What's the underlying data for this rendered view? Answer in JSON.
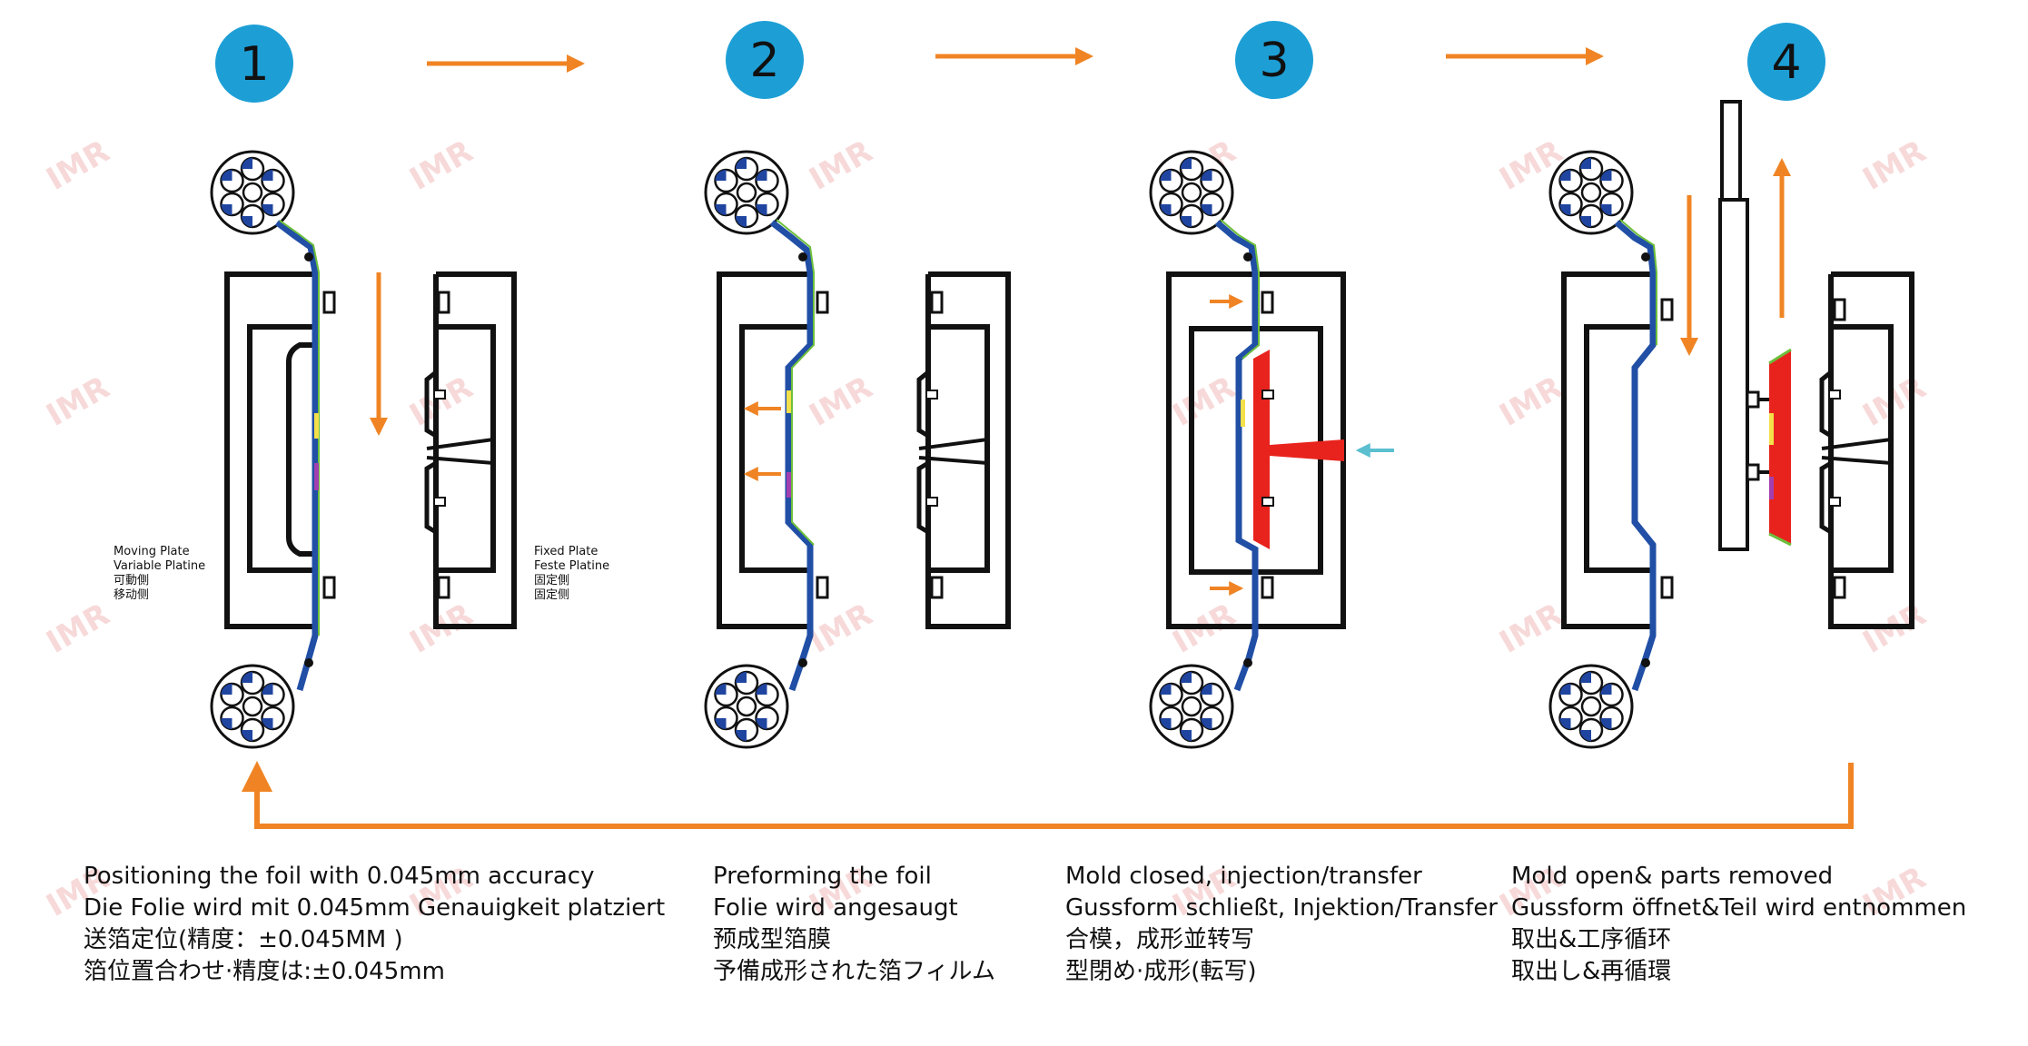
{
  "colors": {
    "step_circle": "#1d9fd6",
    "arrow": "#f08424",
    "foil": "#214fa6",
    "foil_coat": "#6cbf3b",
    "resin": "#e8231d",
    "injection_arrow": "#5bbfd0",
    "watermark": "#f4c9c9",
    "reel_blue": "#1f45a0"
  },
  "steps": [
    {
      "number": "1",
      "caption": [
        "Positioning  the foil with 0.045mm accuracy",
        "Die Folie wird mit 0.045mm Genauigkeit  platziert",
        "送箔定位(精度：±0.045MM )",
        "箔位置合わせ·精度は:±0.045mm"
      ]
    },
    {
      "number": "2",
      "caption": [
        "Preforming the foil",
        "Folie wird angesaugt",
        "预成型箔膜",
        "予備成形された箔フィルム"
      ]
    },
    {
      "number": "3",
      "caption": [
        "Mold closed, injection/transfer",
        "Gussform schließt, Injektion/Transfer",
        "合模，成形並转写",
        "型閉め·成形(転写)"
      ]
    },
    {
      "number": "4",
      "caption": [
        "Mold open& parts removed",
        "Gussform öffnet&Teil wird entnommen",
        "取出&工序循环",
        "取出し&再循環"
      ]
    }
  ],
  "labels": {
    "moving_plate": [
      "Moving Plate",
      "Variable Platine",
      "可動側",
      "移动侧"
    ],
    "fixed_plate": [
      "Fixed Plate",
      "Feste Platine",
      "固定側",
      "固定侧"
    ]
  },
  "watermark_text": "IMR"
}
